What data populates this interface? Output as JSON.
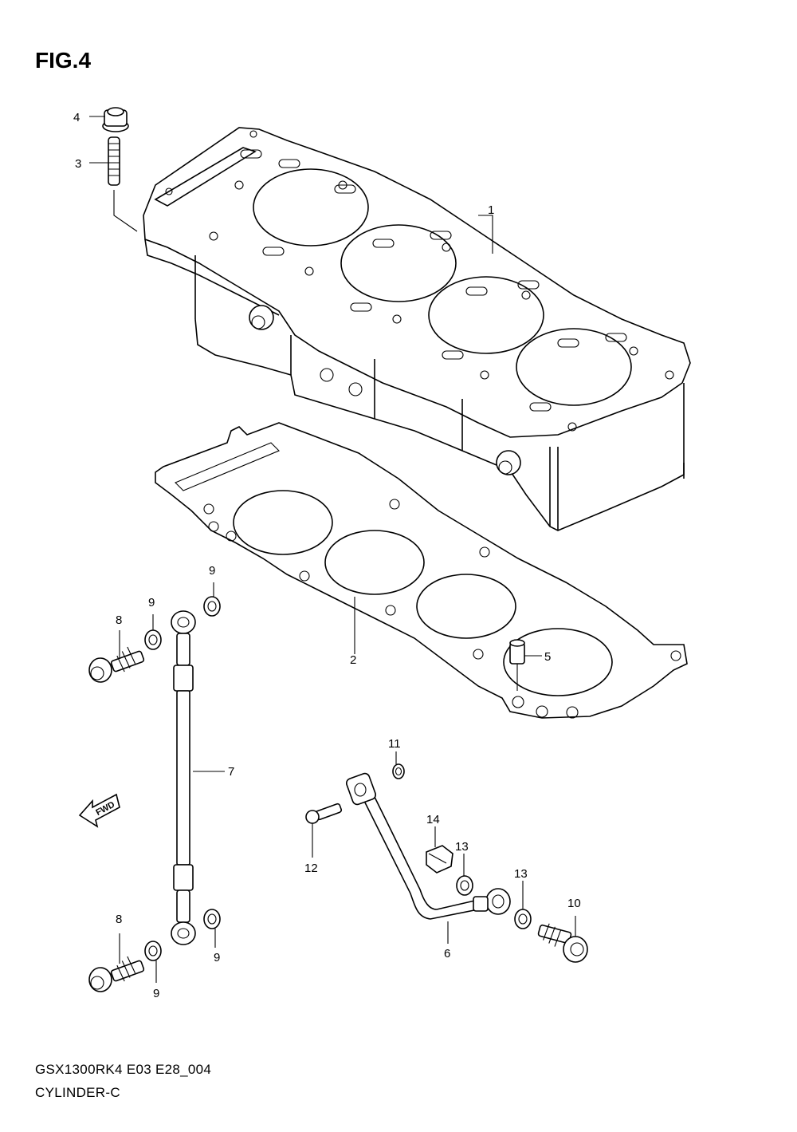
{
  "figure": {
    "title": "FIG.4"
  },
  "footer": {
    "model_code": "GSX1300RK4 E03 E28_004",
    "section_name": "CYLINDER-C"
  },
  "fwd_marker": {
    "label": "FWD",
    "icon": "fwd-arrow-icon"
  },
  "callouts": [
    {
      "id": "c1",
      "label": "1"
    },
    {
      "id": "c2",
      "label": "2"
    },
    {
      "id": "c3",
      "label": "3"
    },
    {
      "id": "c4",
      "label": "4"
    },
    {
      "id": "c5",
      "label": "5"
    },
    {
      "id": "c6",
      "label": "6"
    },
    {
      "id": "c7",
      "label": "7"
    },
    {
      "id": "c8a",
      "label": "8"
    },
    {
      "id": "c8b",
      "label": "8"
    },
    {
      "id": "c9a",
      "label": "9"
    },
    {
      "id": "c9b",
      "label": "9"
    },
    {
      "id": "c9c",
      "label": "9"
    },
    {
      "id": "c9d",
      "label": "9"
    },
    {
      "id": "c10",
      "label": "10"
    },
    {
      "id": "c11",
      "label": "11"
    },
    {
      "id": "c12",
      "label": "12"
    },
    {
      "id": "c13a",
      "label": "13"
    },
    {
      "id": "c13b",
      "label": "13"
    },
    {
      "id": "c14",
      "label": "14"
    }
  ]
}
